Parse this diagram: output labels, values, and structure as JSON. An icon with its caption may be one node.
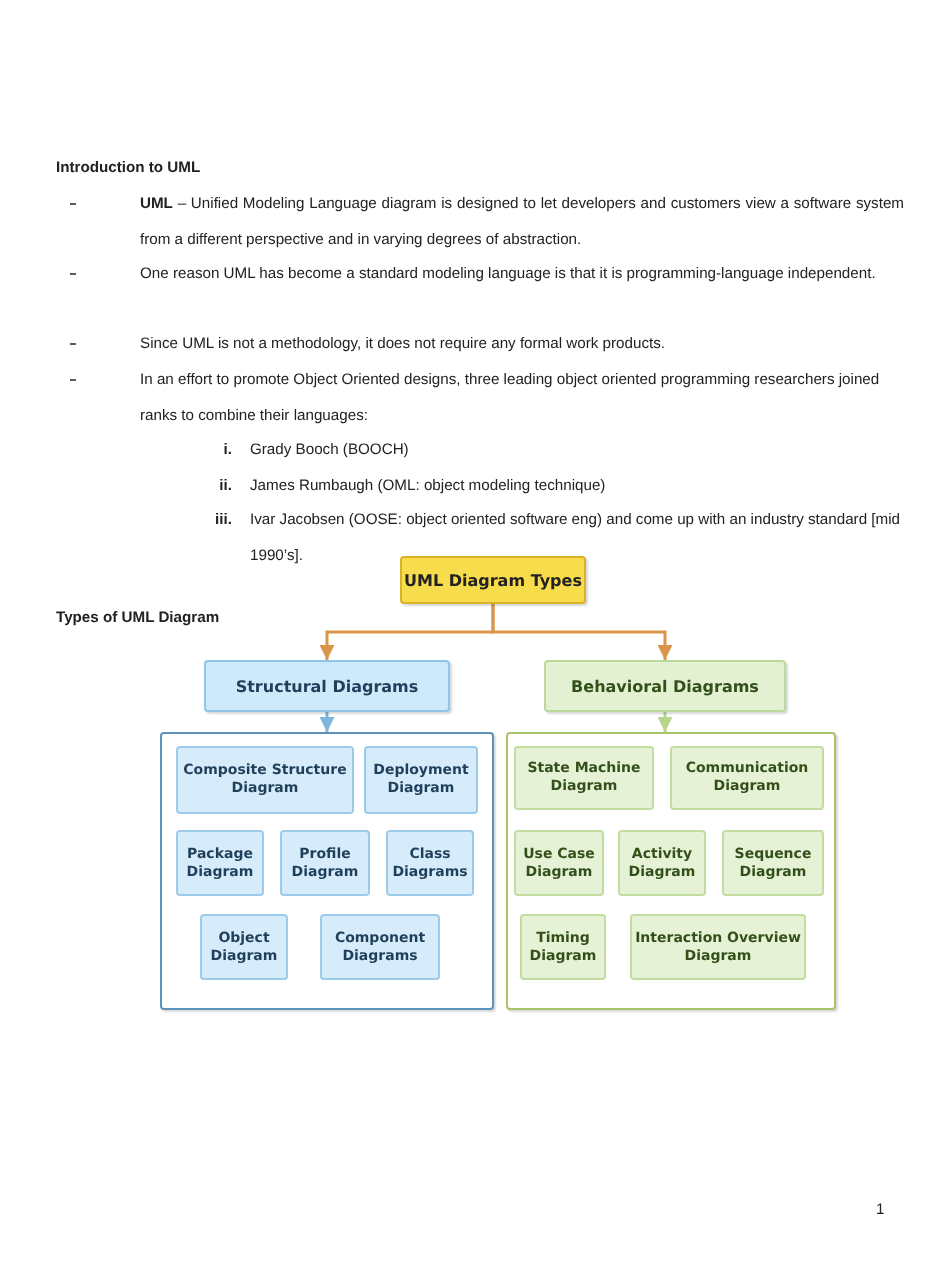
{
  "diagram": {
    "title": "Introduction to UML",
    "nodes": [
      {
        "text": [
          "UML Diagram Types"
        ]
      },
      {
        "text": [
          "Structural Diagrams"
        ]
      },
      {
        "text": [
          "Behavioral Diagrams"
        ]
      },
      {
        "text": [],
        "shape": "box"
      },
      {
        "text": [
          "Composite Structure Diagram"
        ],
        "in": 3
      },
      {
        "text": [
          "Deployment Diagram"
        ],
        "in": 3
      },
      {
        "text": [
          "Package Diagram"
        ],
        "in": 3
      },
      {
        "text": [
          "Profile Diagram"
        ],
        "in": 3
      },
      {
        "text": [
          "Class Diagrams"
        ],
        "in": 3
      },
      {
        "text": [
          "Object Diagram"
        ],
        "in": 3
      },
      {
        "text": [
          "Component Diagrams"
        ],
        "in": 3
      },
      {
        "text": [],
        "shape": "box"
      },
      {
        "text": [
          "State Machine Diagram"
        ],
        "in": 11
      },
      {
        "text": [
          "Communication Diagram"
        ],
        "in": 11
      },
      {
        "text": [
          "Use Case Diagram"
        ],
        "in": 11
      },
      {
        "text": [
          "Activity Diagram"
        ],
        "in": 11
      },
      {
        "text": [
          "Sequence Diagram"
        ],
        "in": 11
      },
      {
        "text": [
          "Timing Diagram"
        ],
        "in": 11
      },
      {
        "text": [
          "Interaction Overview Diagram"
        ],
        "in": 11
      }
    ],
    "edges": [
      {
        "from": 0,
        "to": 1,
        "arrow": "to",
        "color": "#d9954a"
      },
      {
        "from": 0,
        "to": 2,
        "arrow": "to",
        "color": "#d9954a"
      },
      {
        "from": 1,
        "to": 3,
        "arrow": "to",
        "color": "#7fb6dc"
      },
      {
        "from": 2,
        "to": 11,
        "arrow": "to",
        "color": "#b7d58e"
      }
    ],
    "labels": [
      "**UML** – Unified Modeling Language diagram is designed to let developers and customers view a software system from a different perspective and in varying degrees of abstraction.",
      "One reason UML has become a standard modeling language is that it is programming-language independent.",
      "Since UML is not a methodology, it does not require any formal work products.",
      "In an effort to promote Object Oriented designs, three leading object oriented programming researchers joined ranks to combine their  languages:",
      "i.",
      "Grady Booch (BOOCH)",
      "ii.",
      "James Rumbaugh (OML: object modeling technique)",
      "iii.",
      "Ivar Jacobsen (OOSE: object oriented software eng)  and come up with an industry standard [mid 1990’s].",
      "Types of UML Diagram",
      "1"
    ]
  }
}
